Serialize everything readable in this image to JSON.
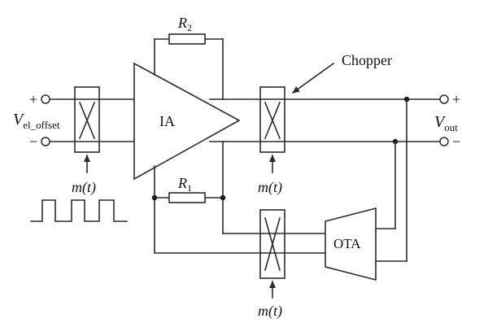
{
  "labels": {
    "r2": "R",
    "r2_sub": "2",
    "r1": "R",
    "r1_sub": "1",
    "chopper": "Chopper",
    "ia": "IA",
    "ota": "OTA",
    "vin": "V",
    "vin_sub": "el_offset",
    "vout": "V",
    "vout_sub": "out",
    "m_left": "m(t)",
    "m_mid": "m(t)",
    "m_bottom": "m(t)",
    "plus_in": "+",
    "minus_in": "−",
    "plus_out": "+",
    "minus_out": "−"
  }
}
